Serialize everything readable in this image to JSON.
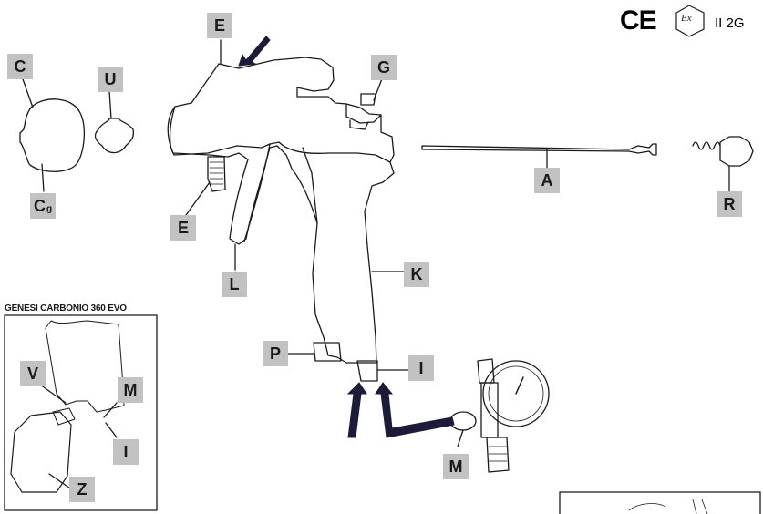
{
  "certification": {
    "ce_mark": "CE",
    "ex_symbol": "Ex",
    "zone": "II 2G"
  },
  "inset": {
    "title": "GENESI CARBONIO 360 EVO"
  },
  "labels": {
    "E_top": "E",
    "C": "C",
    "U": "U",
    "Cg": "C",
    "Cg_sub": "g",
    "G": "G",
    "E_fitting": "E",
    "L": "L",
    "A": "A",
    "R": "R",
    "K": "K",
    "P": "P",
    "I_main": "I",
    "M_regulator": "M",
    "V": "V",
    "M_inset": "M",
    "I_inset": "I",
    "Z": "Z"
  },
  "colors": {
    "label_bg": "#c2c2c2",
    "ink": "#1a1a1a",
    "arrow": "#1c1c3a"
  }
}
